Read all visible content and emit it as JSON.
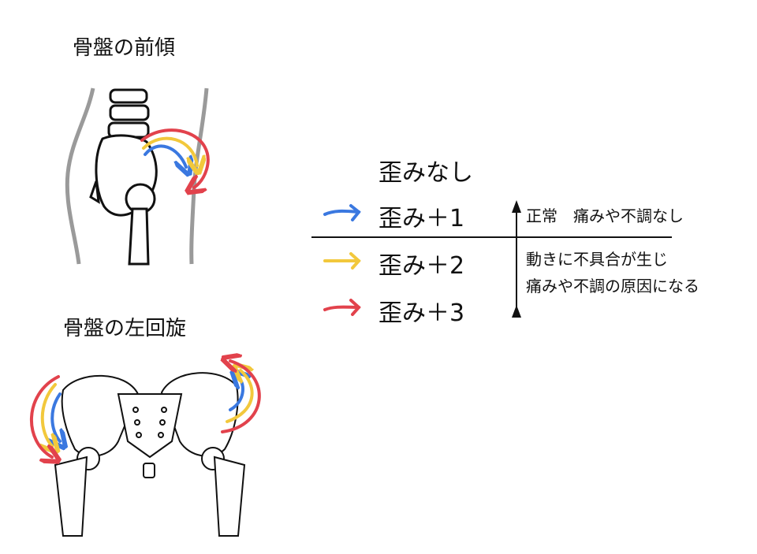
{
  "titles": {
    "anterior_tilt": "骨盤の前傾",
    "left_rotation": "骨盤の左回旋"
  },
  "legend": {
    "levels": [
      {
        "label": "歪みなし",
        "arrow_color": null
      },
      {
        "label": "歪み＋1",
        "arrow_color": "#3a78e0"
      },
      {
        "label": "歪み＋2",
        "arrow_color": "#f2c83c"
      },
      {
        "label": "歪み＋3",
        "arrow_color": "#e2424c"
      }
    ],
    "normal_note": "正常　痛みや不調なし",
    "problem_note_lines": [
      "動きに不具合が生じ",
      "痛みや不調の原因になる"
    ]
  },
  "colors": {
    "blue": "#3a78e0",
    "yellow": "#f2c83c",
    "red": "#e2424c",
    "outline": "#9a9a9a"
  }
}
